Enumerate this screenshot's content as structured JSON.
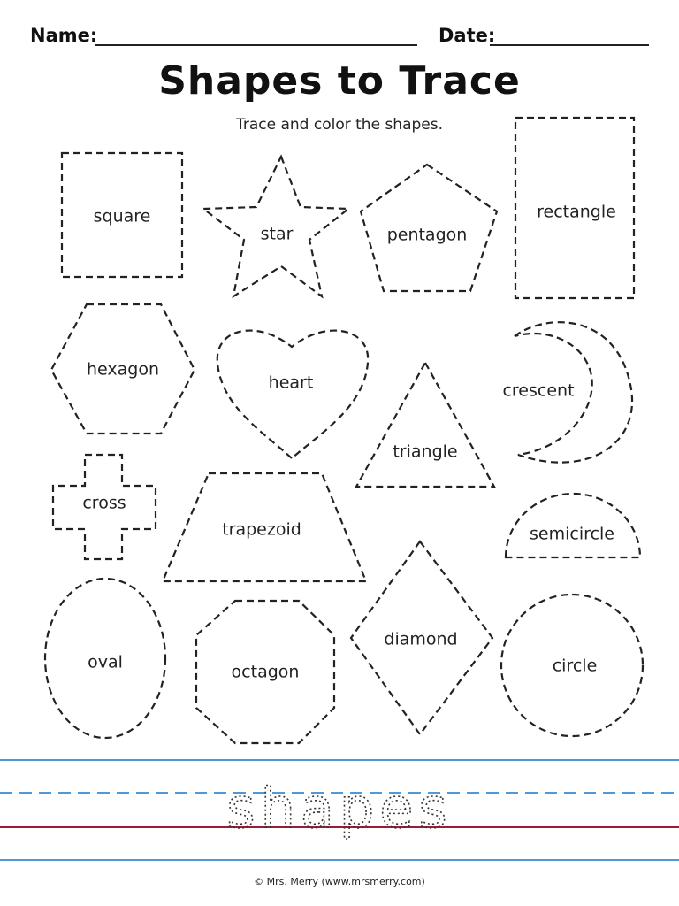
{
  "header": {
    "name_label": "Name:",
    "date_label": "Date:"
  },
  "title": "Shapes to Trace",
  "instruction": "Trace and color the shapes.",
  "shapes": {
    "square": "square",
    "star": "star",
    "pentagon": "pentagon",
    "rectangle": "rectangle",
    "hexagon": "hexagon",
    "heart": "heart",
    "crescent": "crescent",
    "triangle": "triangle",
    "cross": "cross",
    "trapezoid": "trapezoid",
    "semicircle": "semicircle",
    "oval": "oval",
    "octagon": "octagon",
    "diamond": "diamond",
    "circle": "circle"
  },
  "tracing_word": "shapes",
  "footer": "© Mrs. Merry (www.mrsmerry.com)",
  "colors": {
    "tracing_blue_line": "#4f9ad6",
    "tracing_red_line": "#9c1b3a",
    "ink": "#222222"
  }
}
